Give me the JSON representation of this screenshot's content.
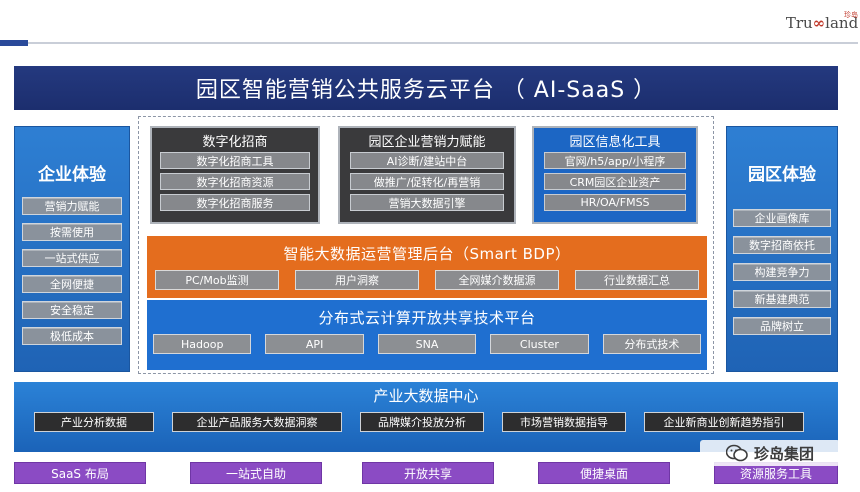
{
  "logo": {
    "brand": "Tru",
    "brand_tail": "land",
    "small_text": "珍岛"
  },
  "title": "园区智能营销公共服务云平台 （ AI-SaaS ）",
  "left_panel": {
    "heading": "企业体验",
    "items": [
      "营销力赋能",
      "按需使用",
      "一站式供应",
      "全网便捷",
      "安全稳定",
      "极低成本"
    ]
  },
  "right_panel": {
    "heading": "园区体验",
    "items": [
      "企业画像库",
      "数字招商依托",
      "构建竞争力",
      "新基建典范",
      "品牌树立"
    ]
  },
  "cards": [
    {
      "title": "数字化招商",
      "items": [
        "数字化招商工具",
        "数字化招商资源",
        "数字化招商服务"
      ]
    },
    {
      "title": "园区企业营销力赋能",
      "items": [
        "AI诊断/建站中台",
        "做推广/促转化/再营销",
        "营销大数据引擎"
      ]
    },
    {
      "title": "园区信息化工具",
      "items": [
        "官网/h5/app/小程序",
        "CRM园区企业资产",
        "HR/OA/FMSS"
      ]
    }
  ],
  "bdp": {
    "title": "智能大数据运营管理后台（Smart BDP）",
    "items": [
      "PC/Mob监测",
      "用户洞察",
      "全网媒介数据源",
      "行业数据汇总"
    ]
  },
  "cloud": {
    "title": "分布式云计算开放共享技术平台",
    "items": [
      "Hadoop",
      "API",
      "SNA",
      "Cluster",
      "分布式技术"
    ]
  },
  "bigdata": {
    "title": "产业大数据中心",
    "items": [
      "产业分析数据",
      "企业产品服务大数据洞察",
      "品牌媒介投放分析",
      "市场营销数据指导",
      "企业新商业创新趋势指引"
    ]
  },
  "bottom": [
    "SaaS 布局",
    "一站式自助",
    "开放共享",
    "便捷桌面",
    "资源服务工具"
  ],
  "watermark": "珍岛集团",
  "colors": {
    "title_bar": "#1c2e6e",
    "orange": "#e46d1e",
    "blue": "#1f6fd0",
    "purple": "#8b4bc4"
  }
}
